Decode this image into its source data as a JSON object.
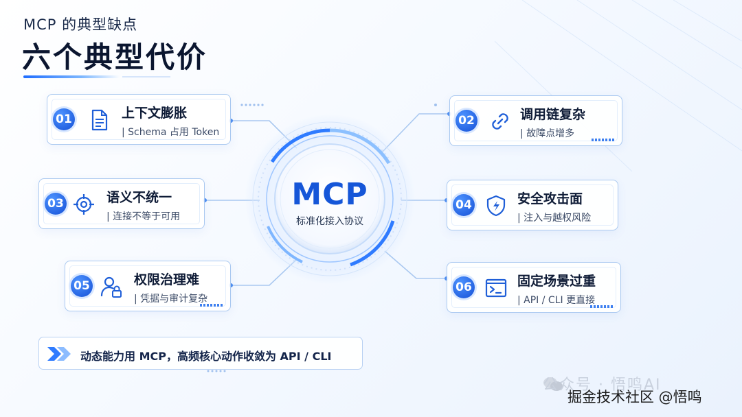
{
  "subtitle": "MCP 的典型缺点",
  "title": "六个典型代价",
  "hub": {
    "label": "MCP",
    "caption": "标准化接入协议"
  },
  "cards": [
    {
      "number": "01",
      "title": "上下文膨胀",
      "desc": "| Schema 占用 Token",
      "icon": "document-icon"
    },
    {
      "number": "02",
      "title": "调用链复杂",
      "desc": "| 故障点增多",
      "icon": "link-icon"
    },
    {
      "number": "03",
      "title": "语义不统一",
      "desc": "| 连接不等于可用",
      "icon": "crosshair-icon"
    },
    {
      "number": "04",
      "title": "安全攻击面",
      "desc": "| 注入与越权风险",
      "icon": "shield-icon"
    },
    {
      "number": "05",
      "title": "权限治理难",
      "desc": "| 凭据与审计复杂",
      "icon": "user-lock-icon"
    },
    {
      "number": "06",
      "title": "固定场景过重",
      "desc": "| API / CLI 更直接",
      "icon": "terminal-icon"
    }
  ],
  "banner": {
    "text": "动态能力用 MCP，高频核心动作收敛为 API / CLI",
    "icon": "double-chevron-icon"
  },
  "watermark": {
    "faded": "公众号 · 悟鸣AI",
    "main": "掘金技术社区 @悟鸣"
  },
  "colors": {
    "accent": "#1556d8",
    "badge": "#1f6dff",
    "border": "#a9c8f0",
    "title": "#0b1630"
  }
}
